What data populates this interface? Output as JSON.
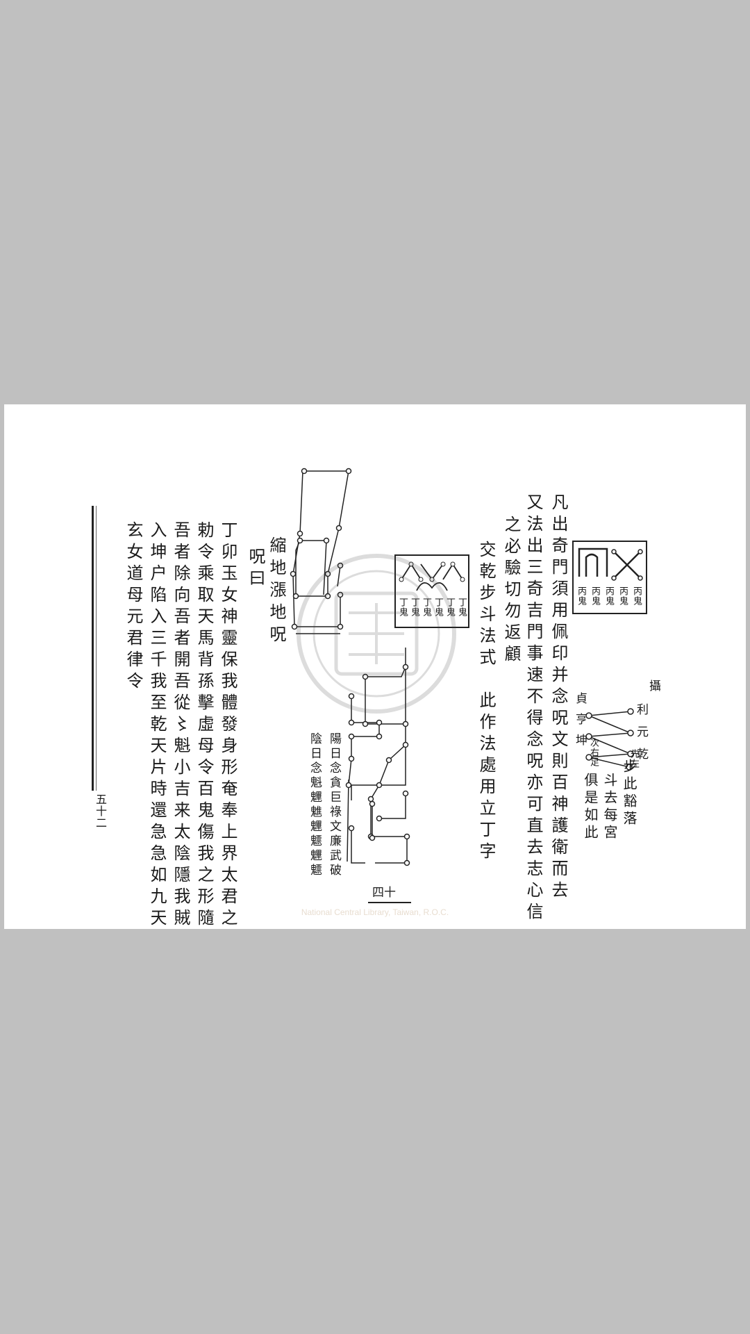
{
  "page": {
    "columns_right": [
      "凡出奇門須用佩印并念呪文則百神護衛而去",
      "又法出三奇吉門事速不得念呪亦可直去志心信",
      "之必驗切勿返顧",
      "交乾步斗法式　此作法處用立丁字"
    ],
    "seal_labels": [
      "丙鬼",
      "丙鬼",
      "丙鬼",
      "丙鬼",
      "丙鬼"
    ],
    "ding_labels": [
      "丁鬼",
      "丁鬼",
      "丁鬼",
      "丁鬼",
      "丁鬼",
      "丁鬼"
    ],
    "step_points": [
      "攝",
      "利",
      "元",
      "乾",
      "貞",
      "亨",
      "坤"
    ],
    "step_notes": [
      "先左",
      "次右足"
    ],
    "step_text": [
      "步此豁落",
      "斗去每宮",
      "俱是如此"
    ],
    "yang_line": "陽日念貪巨祿文廉武破",
    "yin_line": "陰日念魁魓魋魓魒魓魒",
    "suodi_title": "縮地漲地呪",
    "zhou_yue": "呪曰",
    "incantation": [
      "丁卯玉女神靈保我體發身形奄奉上界太君之",
      "勅令乘取天馬背孫擊虛母令百鬼傷我之形隨",
      "吾者除向吾者開吾從〻魁小吉来太陰隱我賊",
      "入坤户陷入三千我至乾天片時還急急如九天",
      "玄女道母元君律令"
    ],
    "folio": "四十",
    "page_number": "五十二",
    "watermark": "National Central Library, Taiwan, R.O.C."
  }
}
